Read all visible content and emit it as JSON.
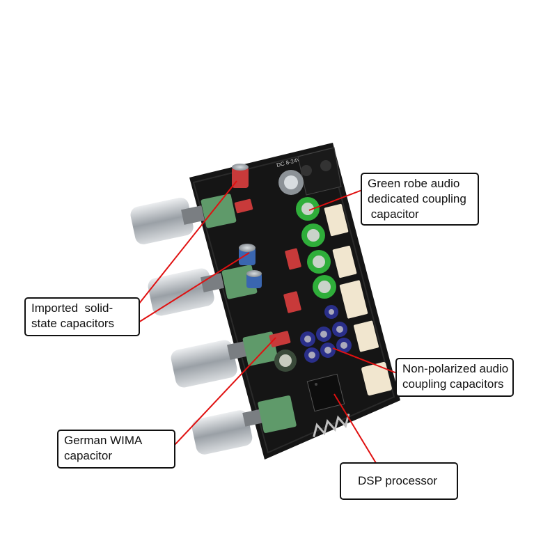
{
  "callouts": {
    "green_robe": {
      "lines": [
        "Green robe audio",
        "dedicated coupling",
        " capacitor"
      ]
    },
    "solid_state": {
      "lines": [
        "Imported  solid-",
        "state capacitors"
      ]
    },
    "non_polarized": {
      "lines": [
        "Non-polarized audio",
        "coupling capacitors"
      ]
    },
    "wima": {
      "lines": [
        "German WIMA",
        "capacitor"
      ]
    },
    "dsp": {
      "lines": [
        "DSP processor"
      ]
    }
  },
  "board_silkscreen": "DC 8-24V",
  "colors": {
    "pcb": "#151515",
    "leader_line": "#e01010",
    "wima_green": "#5f9a6a",
    "green_cap": "#2fae3a",
    "blue_cap": "#2a2f8a",
    "knob_silver": "#c9ccd0",
    "connector_cream": "#f1e6cf",
    "red_component": "#c83a3a"
  },
  "icons": [
    "knob",
    "electrolytic-capacitor",
    "film-capacitor",
    "connector",
    "dsp-chip",
    "bluetooth-antenna"
  ]
}
